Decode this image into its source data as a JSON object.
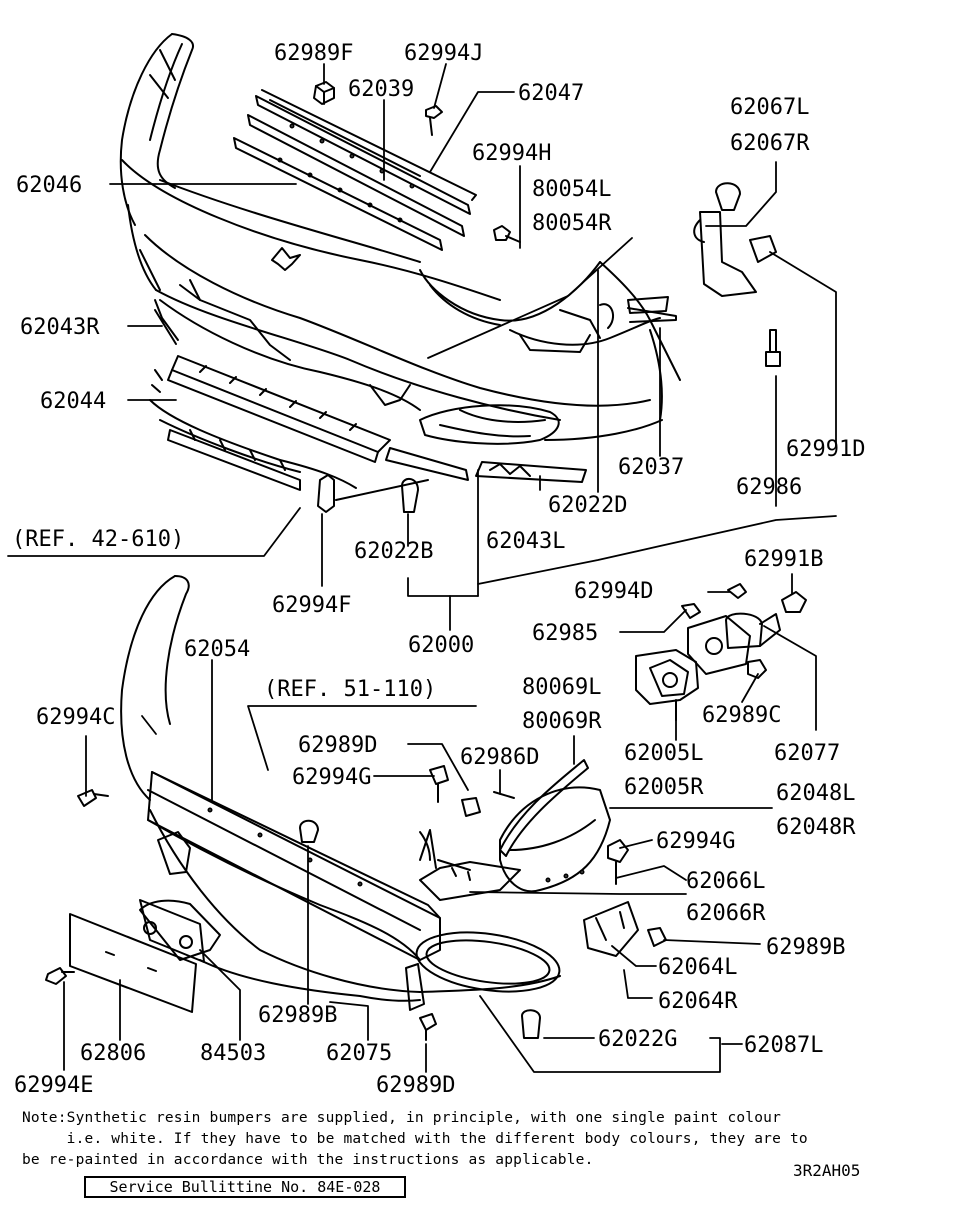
{
  "labels": [
    {
      "id": "62989F",
      "text": "62989F"
    },
    {
      "id": "62994J",
      "text": "62994J"
    },
    {
      "id": "62039",
      "text": "62039"
    },
    {
      "id": "62047",
      "text": "62047"
    },
    {
      "id": "62067L",
      "text": "62067L"
    },
    {
      "id": "62067R",
      "text": "62067R"
    },
    {
      "id": "62994H",
      "text": "62994H"
    },
    {
      "id": "62046",
      "text": "62046"
    },
    {
      "id": "80054L",
      "text": "80054L"
    },
    {
      "id": "80054R",
      "text": "80054R"
    },
    {
      "id": "62043R",
      "text": "62043R"
    },
    {
      "id": "62044",
      "text": "62044"
    },
    {
      "id": "62991D",
      "text": "62991D"
    },
    {
      "id": "62037",
      "text": "62037"
    },
    {
      "id": "62986",
      "text": "62986"
    },
    {
      "id": "62022D",
      "text": "62022D"
    },
    {
      "id": "ref42",
      "text": "(REF. 42-610)"
    },
    {
      "id": "62043L",
      "text": "62043L"
    },
    {
      "id": "62022B",
      "text": "62022B"
    },
    {
      "id": "62991B",
      "text": "62991B"
    },
    {
      "id": "62994D",
      "text": "62994D"
    },
    {
      "id": "62994F",
      "text": "62994F"
    },
    {
      "id": "62985",
      "text": "62985"
    },
    {
      "id": "62000",
      "text": "62000"
    },
    {
      "id": "62054",
      "text": "62054"
    },
    {
      "id": "80069L",
      "text": "80069L"
    },
    {
      "id": "ref51",
      "text": "(REF. 51-110)"
    },
    {
      "id": "80069R",
      "text": "80069R"
    },
    {
      "id": "62989C",
      "text": "62989C"
    },
    {
      "id": "62994C",
      "text": "62994C"
    },
    {
      "id": "62005L",
      "text": "62005L"
    },
    {
      "id": "62077",
      "text": "62077"
    },
    {
      "id": "62989D_a",
      "text": "62989D"
    },
    {
      "id": "62986D",
      "text": "62986D"
    },
    {
      "id": "62005R",
      "text": "62005R"
    },
    {
      "id": "62994G_a",
      "text": "62994G"
    },
    {
      "id": "62048L",
      "text": "62048L"
    },
    {
      "id": "62048R",
      "text": "62048R"
    },
    {
      "id": "62994G_b",
      "text": "62994G"
    },
    {
      "id": "62066L",
      "text": "62066L"
    },
    {
      "id": "62066R",
      "text": "62066R"
    },
    {
      "id": "62989B_a",
      "text": "62989B"
    },
    {
      "id": "62064L",
      "text": "62064L"
    },
    {
      "id": "62064R",
      "text": "62064R"
    },
    {
      "id": "62989B_b",
      "text": "62989B"
    },
    {
      "id": "62022G",
      "text": "62022G"
    },
    {
      "id": "62087L",
      "text": "62087L"
    },
    {
      "id": "62806",
      "text": "62806"
    },
    {
      "id": "84503",
      "text": "84503"
    },
    {
      "id": "62075",
      "text": "62075"
    },
    {
      "id": "62989D_b",
      "text": "62989D"
    },
    {
      "id": "62994E",
      "text": "62994E"
    }
  ],
  "note": {
    "line1": "Note:Synthetic resin bumpers are supplied, in principle, with one single paint colour",
    "line2": "     i.e. white. If they have to be matched with the different body colours, they are to",
    "line3": "be re-painted in accordance with the instructions as applicable."
  },
  "diagram_code": "3R2AH05",
  "bulletin": "Service Bullittine No. 84E-028"
}
